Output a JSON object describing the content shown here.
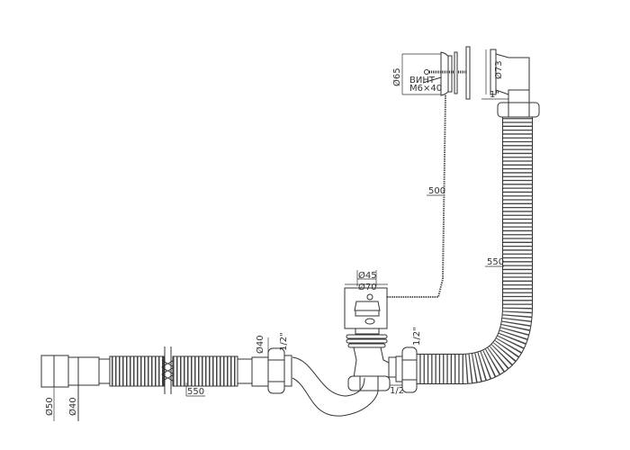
{
  "drawing": {
    "overflow": {
      "diameter_label": "Ø65",
      "screw_label": "ВИНТ",
      "screw_size_label": "М6×40"
    },
    "outlet_fitting": {
      "diameter_label": "Ø73",
      "thread_label": "1\""
    },
    "cable": {
      "length_label": "500"
    },
    "right_hose": {
      "length_label": "550"
    },
    "drain": {
      "inner_diameter_label": "Ø45",
      "outer_diameter_label": "Ø70"
    },
    "trap": {
      "inlet_thread_label": "1/2\"",
      "side_thread_label": "1/2\"",
      "bottom_thread_label": "1/2\""
    },
    "left_hose": {
      "connector_diameter_label": "Ø40",
      "length_label": "550",
      "end_outer_diameter_label": "Ø50",
      "end_inner_diameter_label": "Ø40"
    }
  },
  "colors": {
    "line": "#333333",
    "background": "#ffffff"
  }
}
